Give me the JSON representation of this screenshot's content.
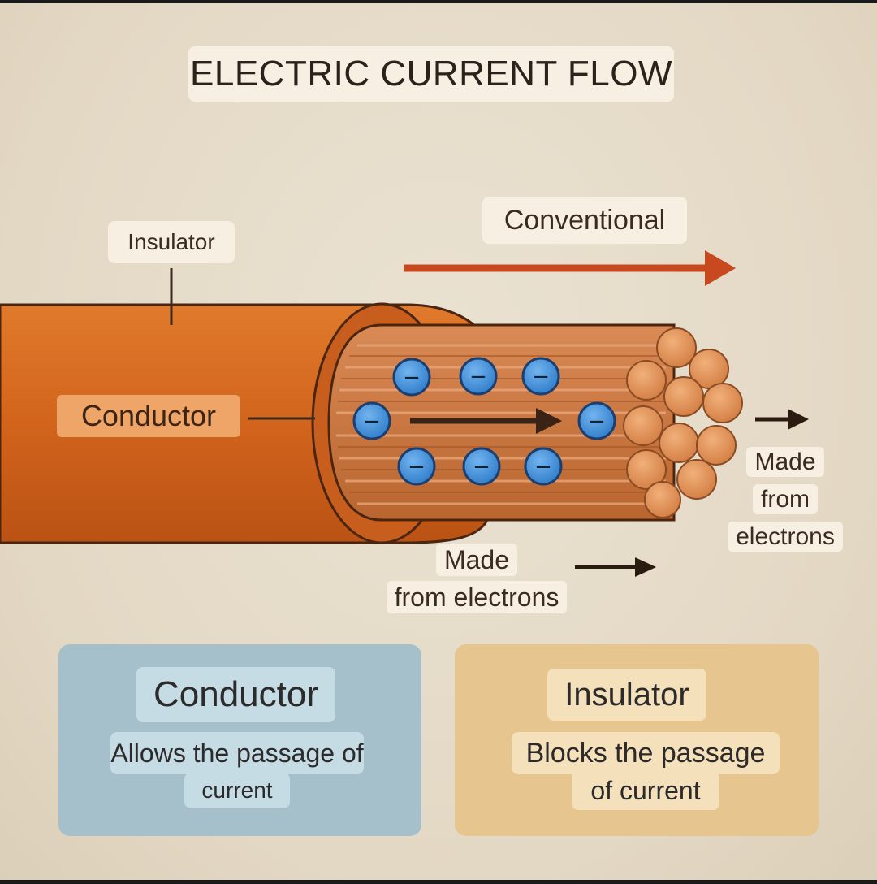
{
  "title": "ELECTRIC CURRENT FLOW",
  "labels": {
    "conventional": "Conventional",
    "insulator": "Insulator",
    "conductor": "Conductor",
    "made_from_electrons_bottom_line1": "Made",
    "made_from_electrons_bottom_line2": "from electrons",
    "made_from_electrons_right_line1": "Made",
    "made_from_electrons_right_line2": "from",
    "made_from_electrons_right_line3": "electrons"
  },
  "electron_symbol": "−",
  "cards": {
    "conductor": {
      "heading": "Conductor",
      "line1": "Allows the passage of",
      "line2": "current"
    },
    "insulator": {
      "heading": "Insulator",
      "line1": "Blocks the passage",
      "line2": "of current"
    }
  },
  "colors": {
    "insulator_sheath": "#d7691f",
    "conductor_core": "#c9723a",
    "electron": "#3d8ad6",
    "conventional_arrow": "#c8491f",
    "electron_arrow": "#3a2214",
    "conductor_card": "#a5bfcb",
    "insulator_card": "#e6c58e"
  }
}
